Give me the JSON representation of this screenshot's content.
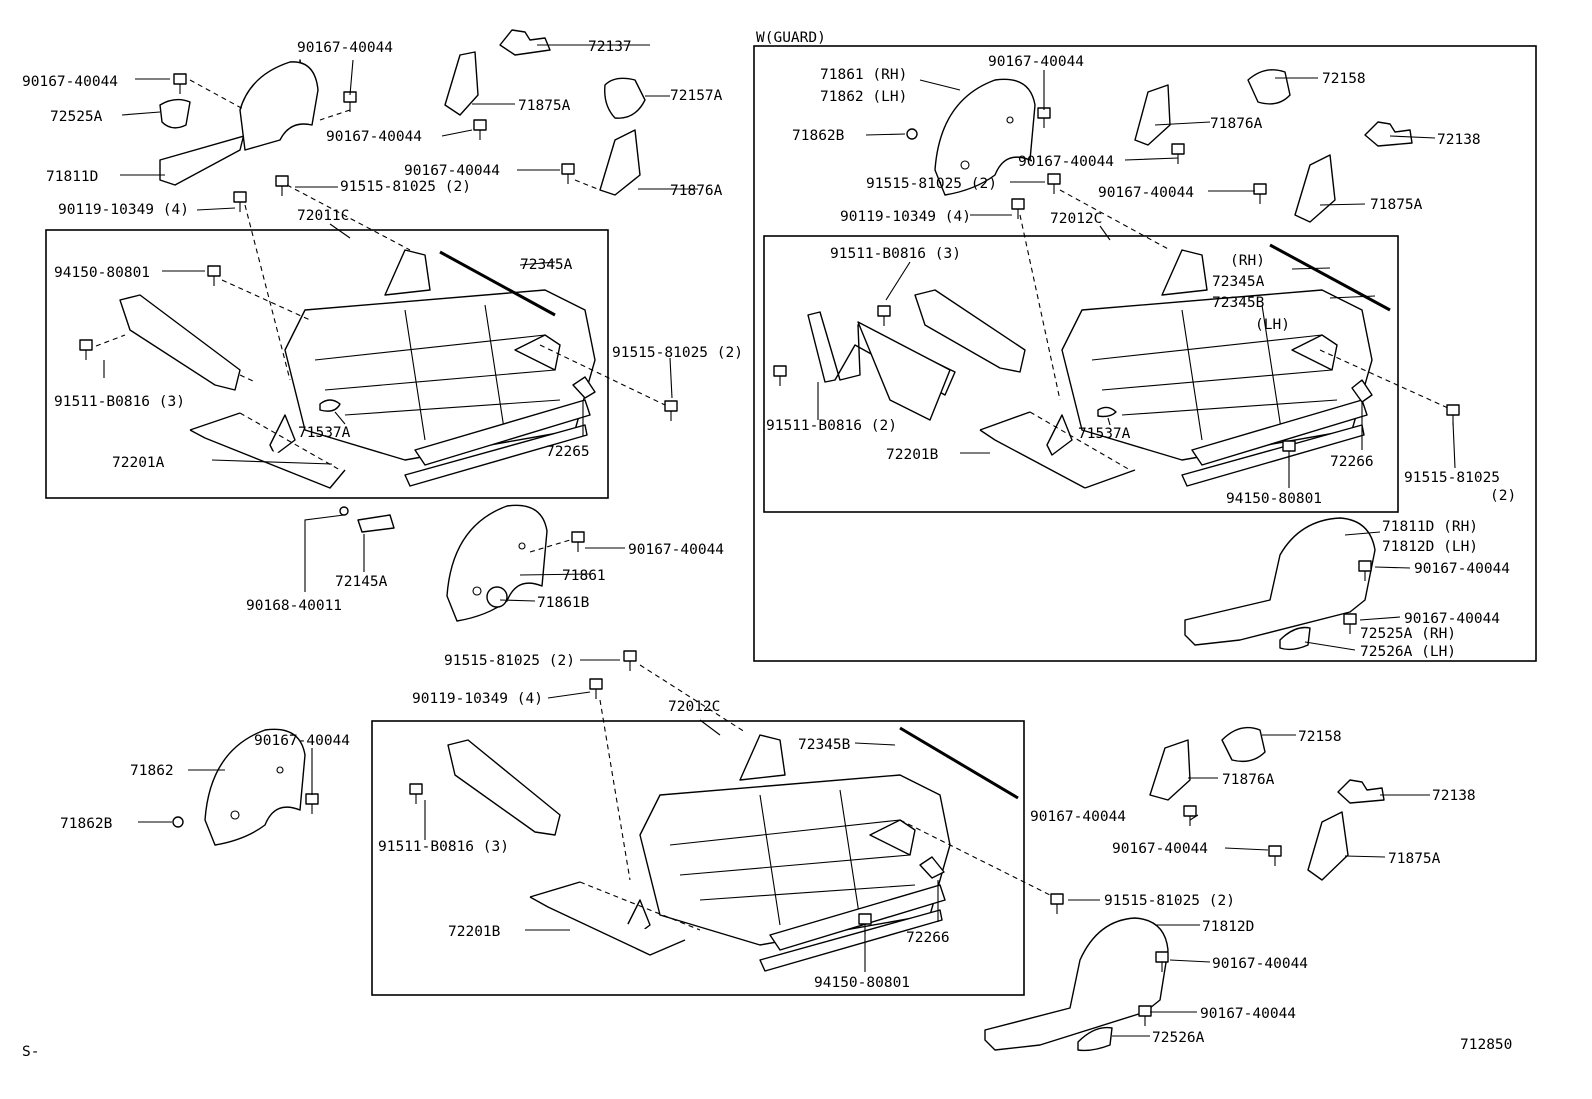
{
  "guard_heading": "W(GUARD)",
  "footer_left": "S-",
  "footer_right": "712850",
  "labels": {
    "a01": "90167-40044",
    "a02": "90167-40044",
    "a03": "72525A",
    "a04": "71811D",
    "a05": "72137",
    "a06": "71875A",
    "a07": "72157A",
    "a08": "90167-40044",
    "a09": "90167-40044",
    "a10": "71876A",
    "a11": "91515-81025 (2)",
    "a12": "90119-10349 (4)",
    "a13": "72011C",
    "a14": "72345A",
    "a15": "94150-80801",
    "a16": "91515-81025 (2)",
    "a17": "91511-B0816 (3)",
    "a18": "71537A",
    "a19": "72265",
    "a20": "72201A",
    "a21": "90167-40044",
    "a22": "71861",
    "a23": "72145A",
    "a24": "90168-40011",
    "a25": "71861B",
    "b01": "71861 (RH)",
    "b02": "71862 (LH)",
    "b03": "90167-40044",
    "b04": "72158",
    "b05": "71862B",
    "b06": "71876A",
    "b07": "72138",
    "b08": "90167-40044",
    "b09": "91515-81025 (2)",
    "b10": "90167-40044",
    "b11": "71875A",
    "b12": "90119-10349 (4)",
    "b13": "72012C",
    "b14": "91511-B0816 (3)",
    "b15": "(RH)",
    "b16": "72345A",
    "b17": "72345B",
    "b18": "(LH)",
    "b19": "91511-B0816 (2)",
    "b20": "71537A",
    "b21": "72201B",
    "b22": "72266",
    "b23": "91515-81025",
    "b24": "(2)",
    "b25": "94150-80801",
    "b26": "71811D (RH)",
    "b27": "71812D (LH)",
    "b28": "90167-40044",
    "b29": "90167-40044",
    "b30": "72525A (RH)",
    "b31": "72526A (LH)",
    "c01": "91515-81025 (2)",
    "c02": "90119-10349 (4)",
    "c03": "72012C",
    "c04": "72345B",
    "c05": "90167-40044",
    "c06": "71862",
    "c07": "71862B",
    "c08": "91511-B0816 (3)",
    "c09": "72201B",
    "c10": "72266",
    "c11": "94150-80801",
    "c12": "91515-81025 (2)",
    "c13": "72158",
    "c14": "71876A",
    "c15": "72138",
    "c16": "90167-40044",
    "c17": "90167-40044",
    "c18": "71875A",
    "c19": "71812D",
    "c20": "90167-40044",
    "c21": "90167-40044",
    "c22": "72526A"
  }
}
